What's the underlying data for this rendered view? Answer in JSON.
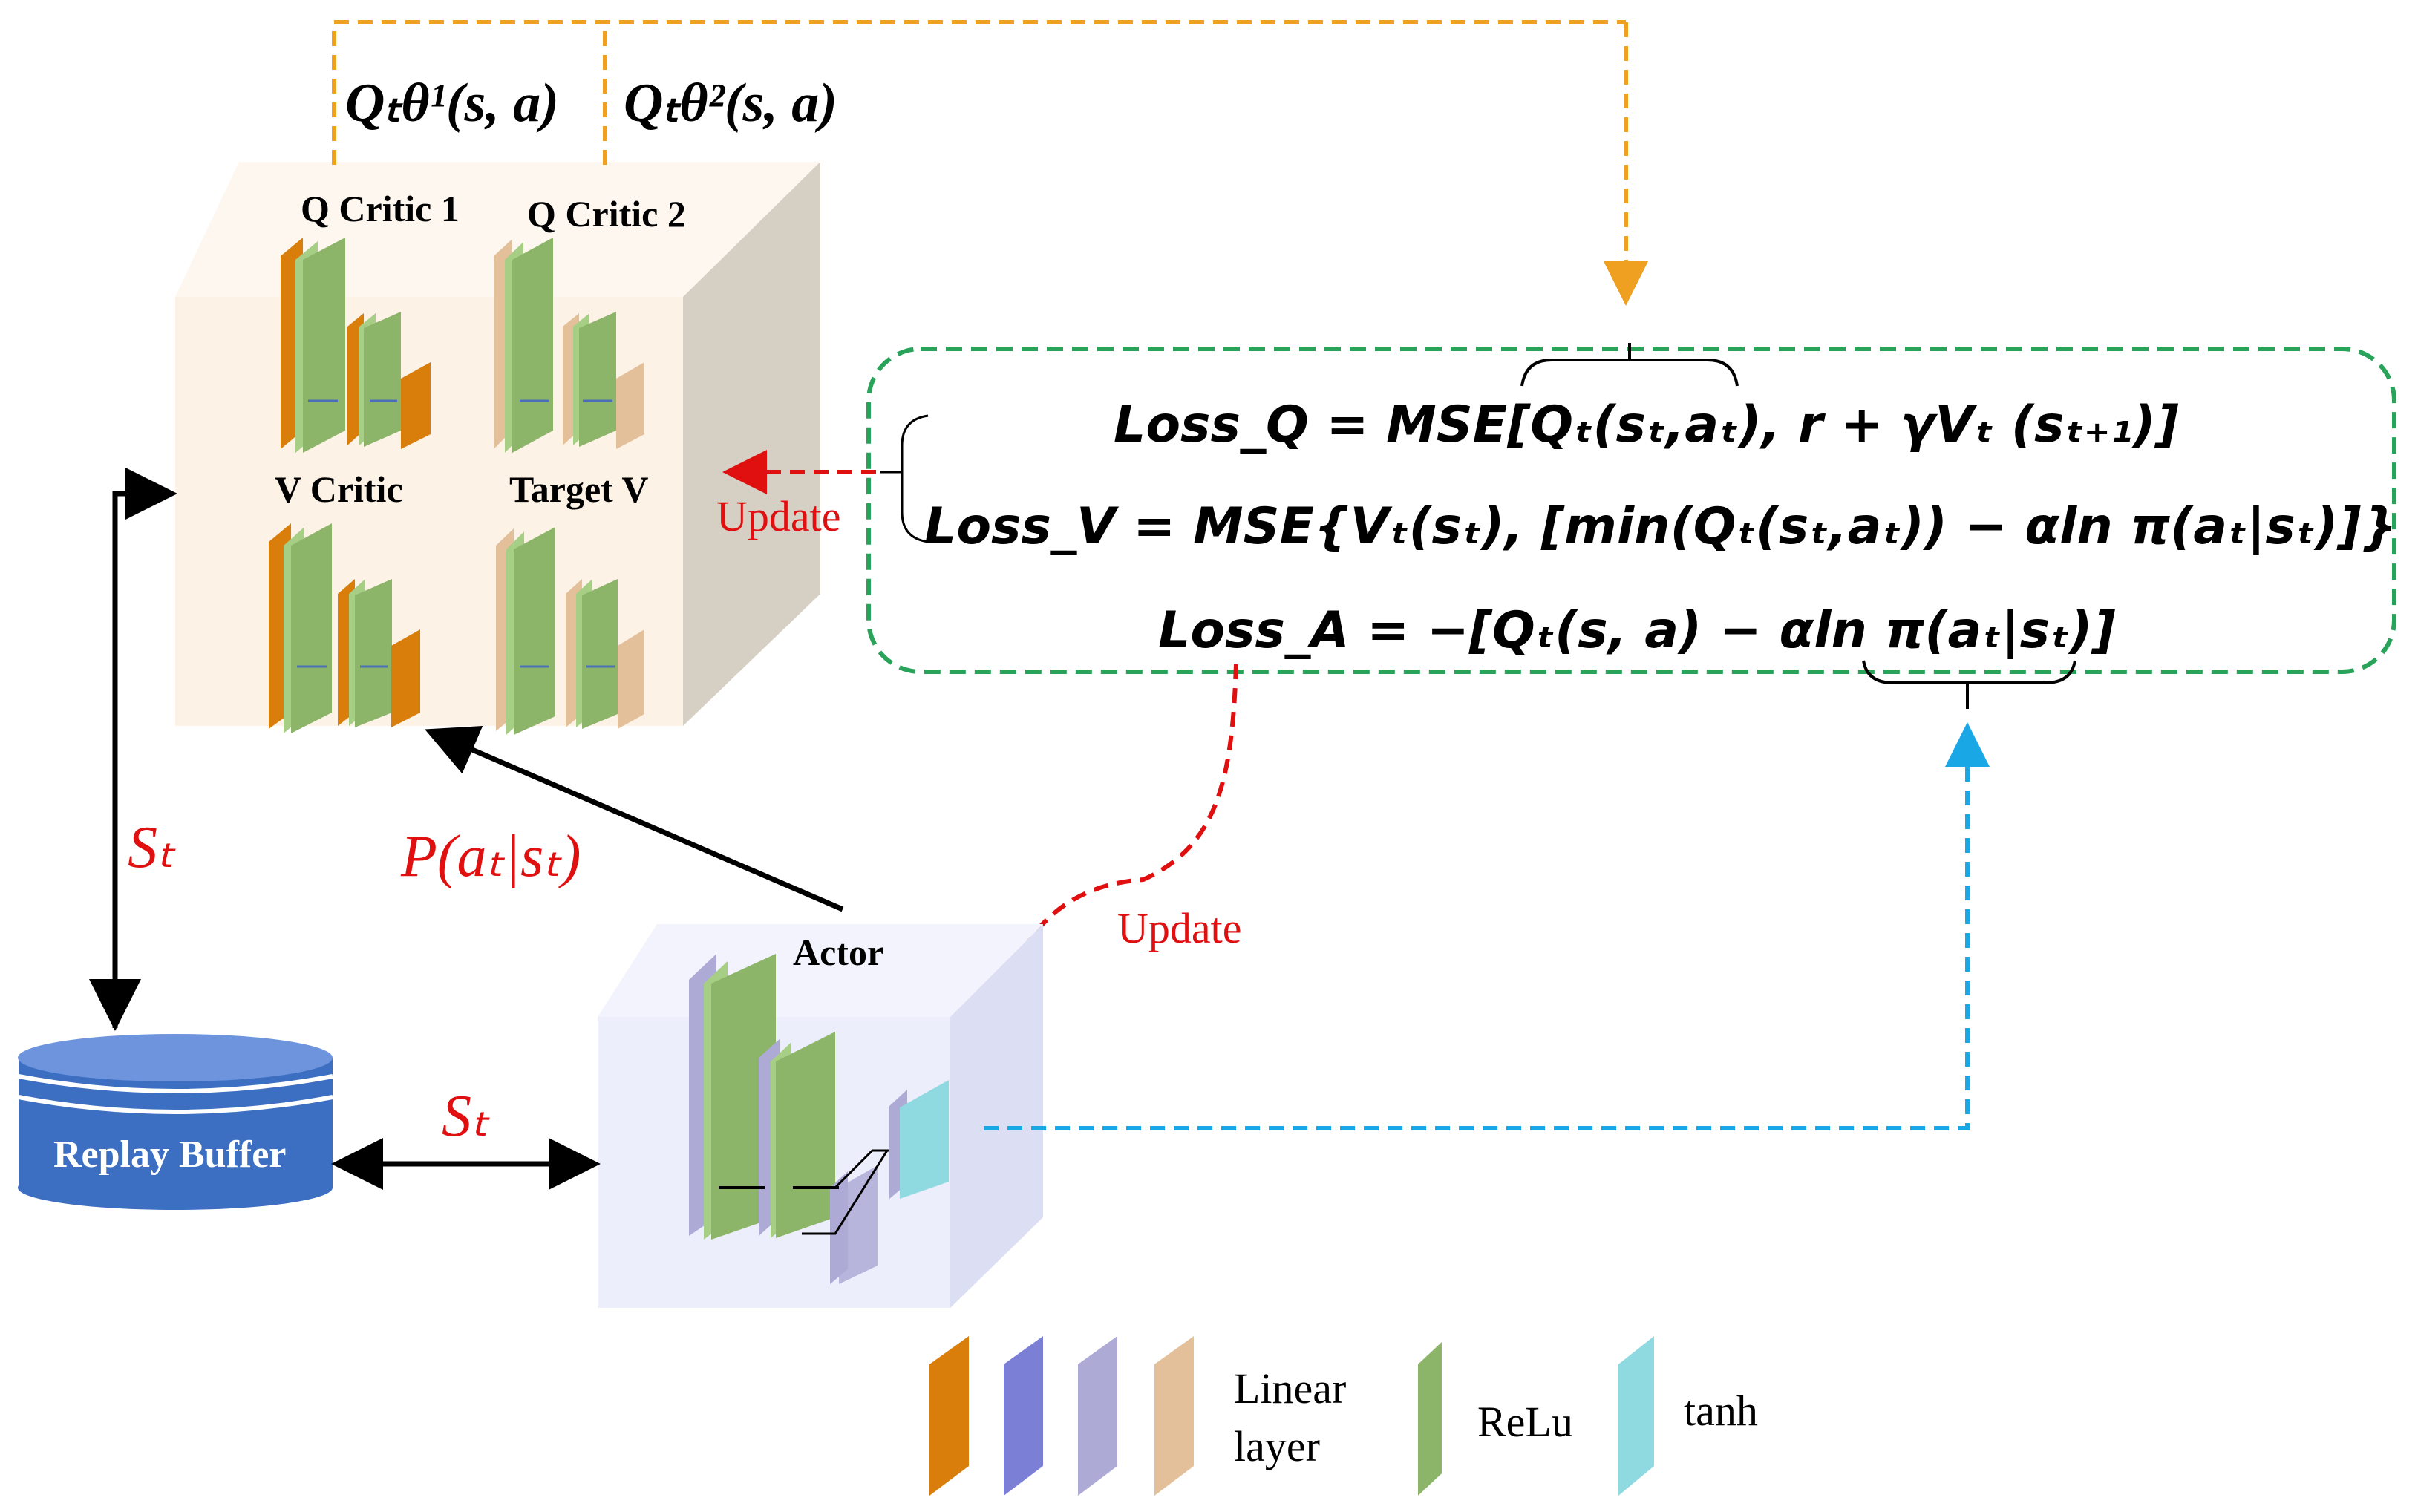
{
  "labels": {
    "q1_output": "Qₜθ¹(s, a)",
    "q2_output": "Qₜθ²(s, a)",
    "q_critic_1": "Q Critic 1",
    "q_critic_2": "Q Critic 2",
    "v_critic": "V Critic",
    "target_v": "Target V",
    "actor": "Actor",
    "replay_buffer": "Replay Buffer",
    "update_left": "Update",
    "update_bottom": "Update",
    "state_left": "Sₜ",
    "state_bottom": "Sₜ",
    "policy": "P(aₜ|sₜ)"
  },
  "equations": {
    "loss_q": "Loss_Q = MSE[Qₜ(sₜ,aₜ), r + γVₜ (sₜ₊₁)]",
    "loss_v": "Loss_V = MSE{Vₜ(sₜ), [min(Qₜ(sₜ,aₜ)) − αln π(aₜ|sₜ)]}",
    "loss_a": "Loss_A = −[Qₜ(s, a) − αln π(aₜ|sₜ)]"
  },
  "legend": {
    "linear_line1": "Linear",
    "linear_line2": "layer",
    "relu": "ReLu",
    "tanh": "tanh"
  },
  "colors": {
    "orange_layer": "#d97e0b",
    "blue_layer": "#7b7fd6",
    "lavender_layer": "#aeaad6",
    "peach_layer": "#e3bf9a",
    "relu_green": "#8db56a",
    "tanh_cyan": "#8fd9e0",
    "critic_box": "#fcf2e6",
    "actor_box": "#eceefc",
    "buffer_blue": "#3c6ec2",
    "loss_border": "#2aa35a",
    "update_red": "#e01010",
    "feedback_blue": "#1aa7e6",
    "output_orange": "#f0a020"
  }
}
